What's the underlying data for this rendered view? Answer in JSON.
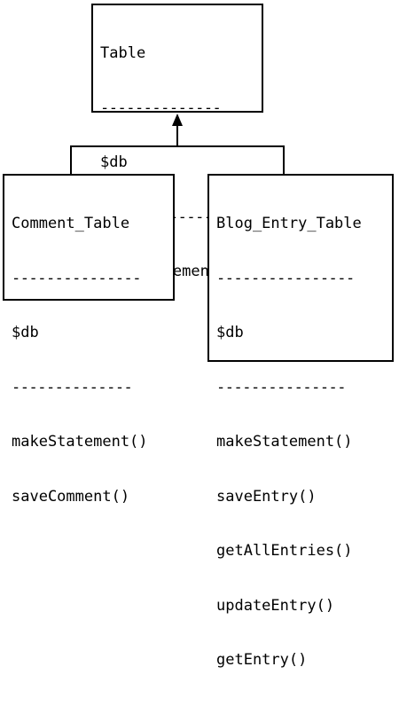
{
  "diagram": {
    "parent": {
      "name": "Table",
      "separator": "--------------",
      "attribute": "$db",
      "methods": [
        "makeStatement()"
      ]
    },
    "children": [
      {
        "name": "Comment_Table",
        "separator_name": "---------------",
        "separator_attr": "--------------",
        "attribute": "$db",
        "methods": [
          "makeStatement()",
          "saveComment()"
        ]
      },
      {
        "name": "Blog_Entry_Table",
        "separator_name": "----------------",
        "separator_attr": "---------------",
        "attribute": "$db",
        "methods": [
          "makeStatement()",
          "saveEntry()",
          "getAllEntries()",
          "updateEntry()",
          "getEntry()"
        ]
      }
    ]
  }
}
